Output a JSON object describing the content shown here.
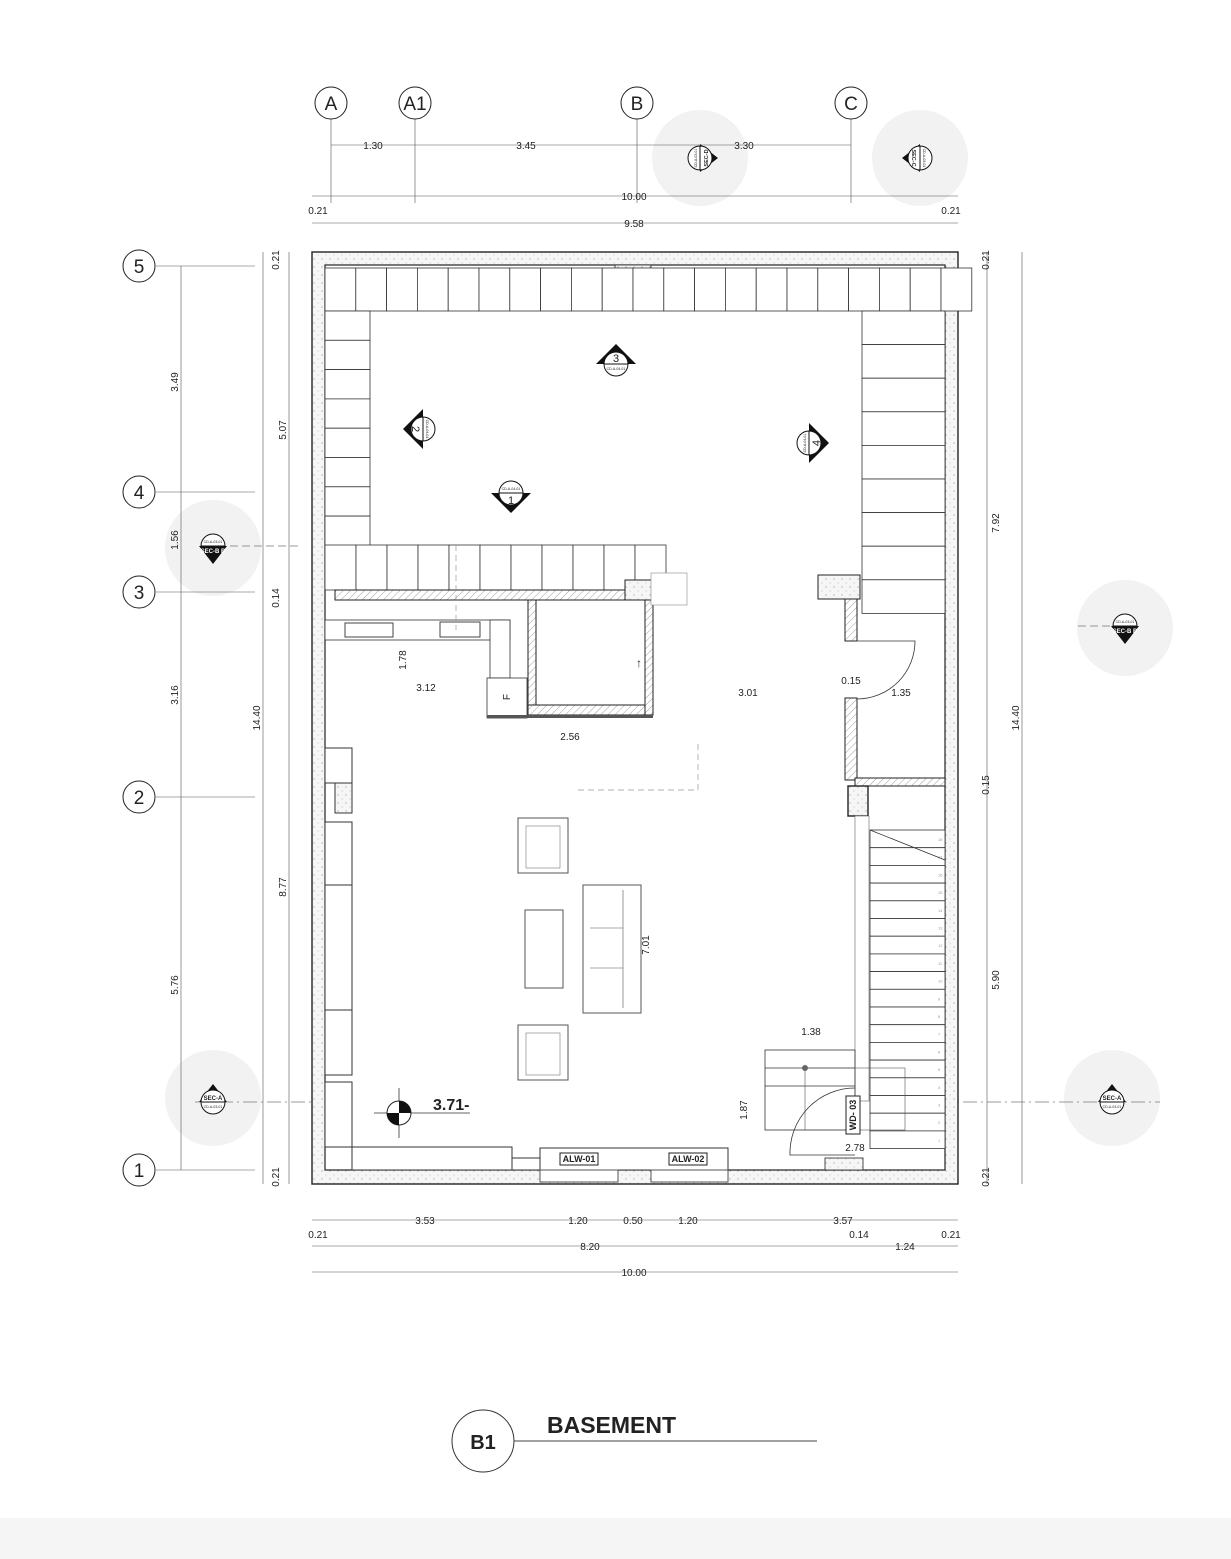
{
  "title": {
    "badge": "B1",
    "name": "BASEMENT"
  },
  "grid": {
    "columns": [
      "A",
      "A1",
      "B",
      "C"
    ],
    "rows": [
      "5",
      "4",
      "3",
      "2",
      "1"
    ]
  },
  "dimensions": {
    "top": [
      "1.30",
      "3.45",
      "3.30",
      "10.00",
      "0.21",
      "0.21",
      "9.58"
    ],
    "left_outer": [
      "3.49",
      "1.56",
      "3.16",
      "5.76"
    ],
    "left_inner": [
      "0.21",
      "5.07",
      "0.14",
      "14.40",
      "8.77",
      "0.21"
    ],
    "right": [
      "0.21",
      "7.92",
      "14.40",
      "0.15",
      "5.90",
      "0.21"
    ],
    "interior": [
      "1.78",
      "3.12",
      "2.56",
      "3.01",
      "0.15",
      "1.35",
      "7.01",
      "1.38",
      "1.87",
      "2.78"
    ],
    "bottom": [
      "3.53",
      "1.20",
      "0.50",
      "1.20",
      "3.57",
      "0.21",
      "0.14",
      "0.21",
      "8.20",
      "1.24",
      "10.00"
    ]
  },
  "tags": {
    "window_1": "ALW-01",
    "window_2": "ALW-02",
    "door": "WD- 03",
    "fridge": "F",
    "level": "3.71-"
  },
  "sections": {
    "sec_d": {
      "label": "SEC-D",
      "ref": "CD-A-03-01"
    },
    "sec_c": {
      "label": "SEC-C",
      "ref": "CD-A-03-01"
    },
    "sec_b_left": {
      "label": "SEC-B B",
      "ref": "CD-A-03-01"
    },
    "sec_b_right": {
      "label": "SEC-B B",
      "ref": "CD-A-03-01"
    },
    "sec_a_left": {
      "label": "SEC-A",
      "ref": "CD-A-03-01"
    },
    "sec_a_right": {
      "label": "SEC-A",
      "ref": "CD-A-03-01"
    }
  },
  "elevations": [
    {
      "num": "1",
      "ref": "CD-A-04-01"
    },
    {
      "num": "2",
      "ref": "CD-A-04-01"
    },
    {
      "num": "3",
      "ref": "CD-A-04-01"
    },
    {
      "num": "4",
      "ref": "CD-A-04-01"
    }
  ],
  "stair_numbers": [
    "18",
    "17",
    "16",
    "15",
    "14",
    "13",
    "12",
    "11",
    "10",
    "9",
    "8",
    "7",
    "6",
    "5",
    "4",
    "3",
    "2",
    "1"
  ],
  "colors": {
    "halo": "#f2f2f2",
    "line": "#222222",
    "wall_fill": "#f4f4f4"
  }
}
